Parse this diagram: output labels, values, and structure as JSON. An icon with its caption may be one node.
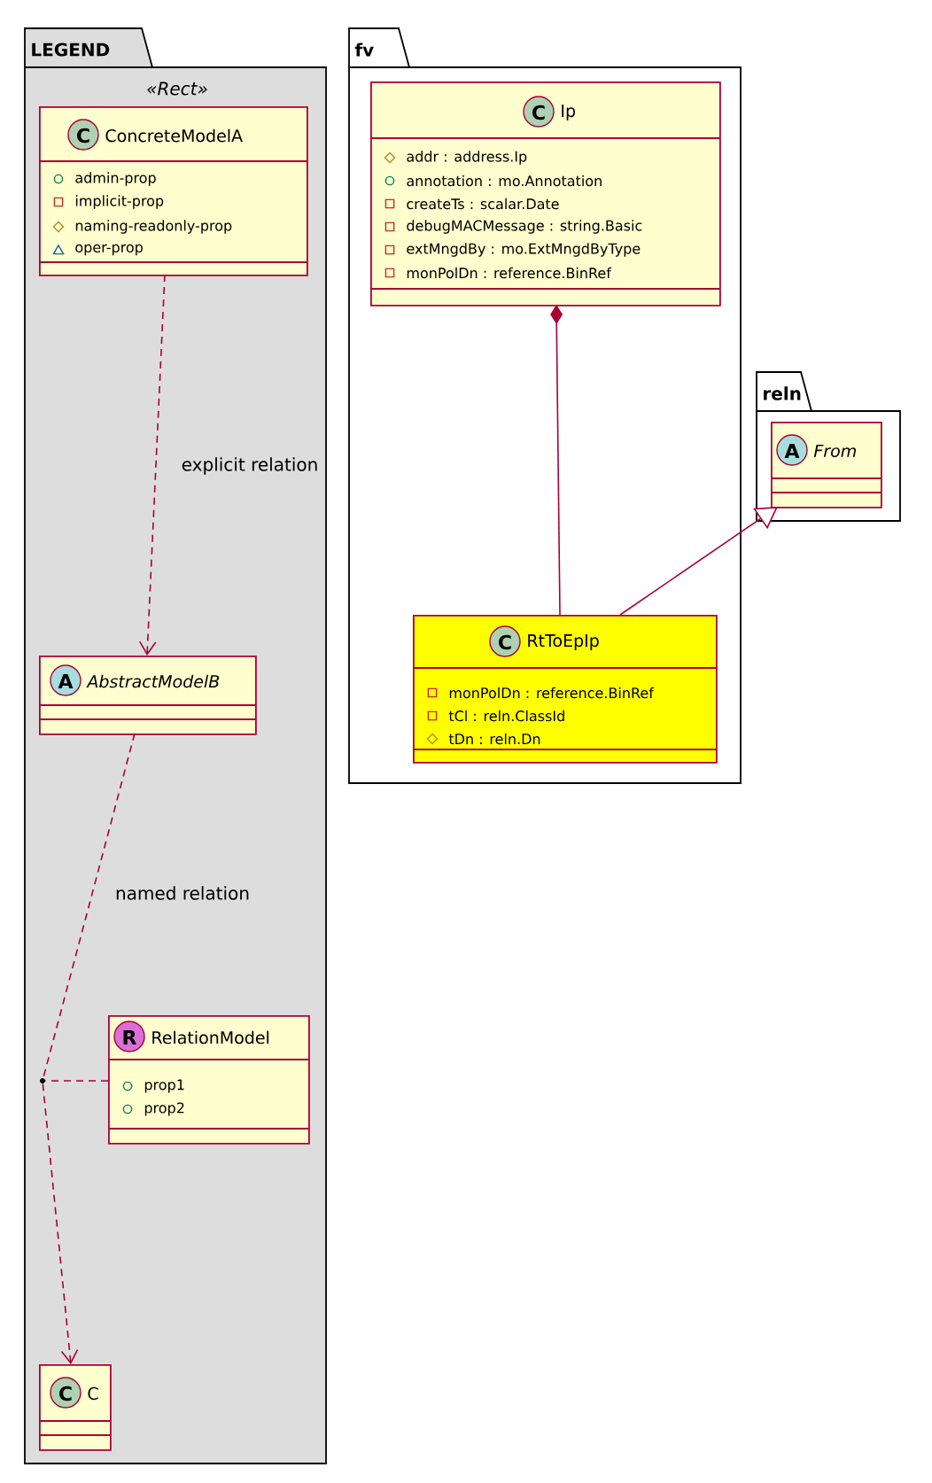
{
  "diagram": {
    "nodes": [
      {
        "text": [
          "LEGEND",
          "«Rect»"
        ]
      },
      {
        "text": [
          "C",
          "ConcreteModelA",
          "admin-prop",
          "implicit-prop",
          "naming-readonly-prop",
          "oper-prop"
        ],
        "in": 0
      },
      {
        "text": [
          "A",
          "AbstractModelB"
        ],
        "in": 0
      },
      {
        "text": [],
        "shape": "circle",
        "in": 0
      },
      {
        "text": [
          "R",
          "RelationModel",
          "prop1",
          "prop2"
        ],
        "in": 0
      },
      {
        "text": [
          "C",
          "C"
        ],
        "in": 0
      },
      {
        "text": [
          "fv"
        ]
      },
      {
        "text": [
          "C",
          "Ip",
          "addr : address.Ip",
          "annotation : mo.Annotation",
          "createTs : scalar.Date",
          "debugMACMessage : string.Basic",
          "extMngdBy : mo.ExtMngdByType",
          "monPolDn : reference.BinRef"
        ],
        "in": 6
      },
      {
        "text": [
          "C",
          "RtToEpIp",
          "monPolDn : reference.BinRef",
          "tCl : reln.ClassId",
          "tDn : reln.Dn"
        ],
        "in": 6
      },
      {
        "text": [
          "reln"
        ]
      },
      {
        "text": [
          "A",
          "From"
        ],
        "in": 9
      }
    ],
    "edges": [
      {
        "from": 1,
        "to": 2,
        "arrow": "to",
        "style": "dashed",
        "label": "explicit relation"
      },
      {
        "from": 2,
        "to": 3,
        "arrow": "none",
        "style": "dashed",
        "label": "named relation"
      },
      {
        "from": 4,
        "to": 3,
        "arrow": "none",
        "style": "dashed"
      },
      {
        "from": 3,
        "to": 5,
        "arrow": "to",
        "style": "dashed"
      },
      {
        "from": 7,
        "to": 8,
        "arrow": "other"
      },
      {
        "from": 8,
        "to": 10,
        "arrow": "to"
      }
    ]
  }
}
